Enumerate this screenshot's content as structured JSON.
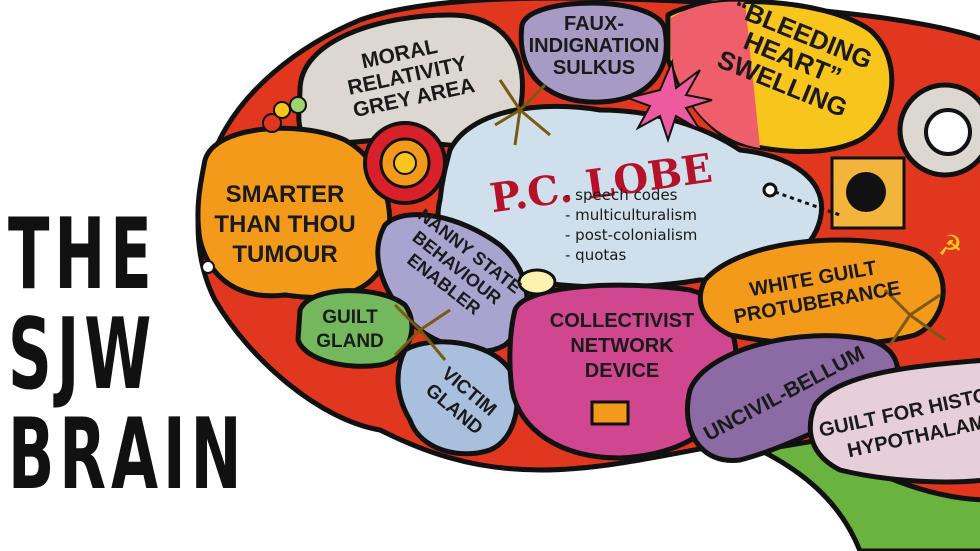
{
  "title": {
    "line1": "THE",
    "line2": "SJW",
    "line3": "BRAIN"
  },
  "regions": {
    "moral": [
      "MORAL",
      "RELATIVITY",
      "GREY AREA"
    ],
    "faux": [
      "FAUX-",
      "INDIGNATION",
      "SULKUS"
    ],
    "bleeding": [
      "“BLEEDING",
      "HEART”",
      "SWELLING"
    ],
    "smarter": [
      "SMARTER",
      "THAN THOU",
      "TUMOUR"
    ],
    "pc_title": "P.C. LOBE",
    "pc_items": [
      "- speech codes",
      "- multiculturalism",
      "- post-colonialism",
      "- quotas"
    ],
    "nanny": [
      "NANNY STATE",
      "BEHAVIOUR",
      "ENABLER"
    ],
    "guilt_gland": [
      "GUILT",
      "GLAND"
    ],
    "victim": [
      "VICTIM",
      "GLAND"
    ],
    "collectivist": [
      "COLLECTIVIST",
      "NETWORK",
      "DEVICE"
    ],
    "white_guilt": [
      "WHITE GUILT",
      "PROTUBERANCE"
    ],
    "uncivil": "UNCIVIL-BELLUM",
    "history": [
      "GUILT FOR HISTORY",
      "HYPOTHALAMUS"
    ]
  },
  "colors": {
    "outline": "#111111",
    "brain_red": "#e2371f",
    "grey_area": "#dcd7d0",
    "faux_purple": "#a79ac4",
    "bleeding_pink": "#ef5f6b",
    "bleeding_yellow": "#f7c51b",
    "smarter_orange": "#f39a1b",
    "pc_blue": "#cfe0ec",
    "nanny_purple": "#a9a3cf",
    "guilt_green": "#73b85c",
    "victim_blue": "#a8c0dd",
    "collectivist_magenta": "#d0478f",
    "white_guilt_orange": "#f39a1b",
    "uncivil_purple": "#8c6aa4",
    "history_pink": "#e7cfd9",
    "stem_green": "#6bb33f",
    "pc_title_red": "#b5122a"
  }
}
